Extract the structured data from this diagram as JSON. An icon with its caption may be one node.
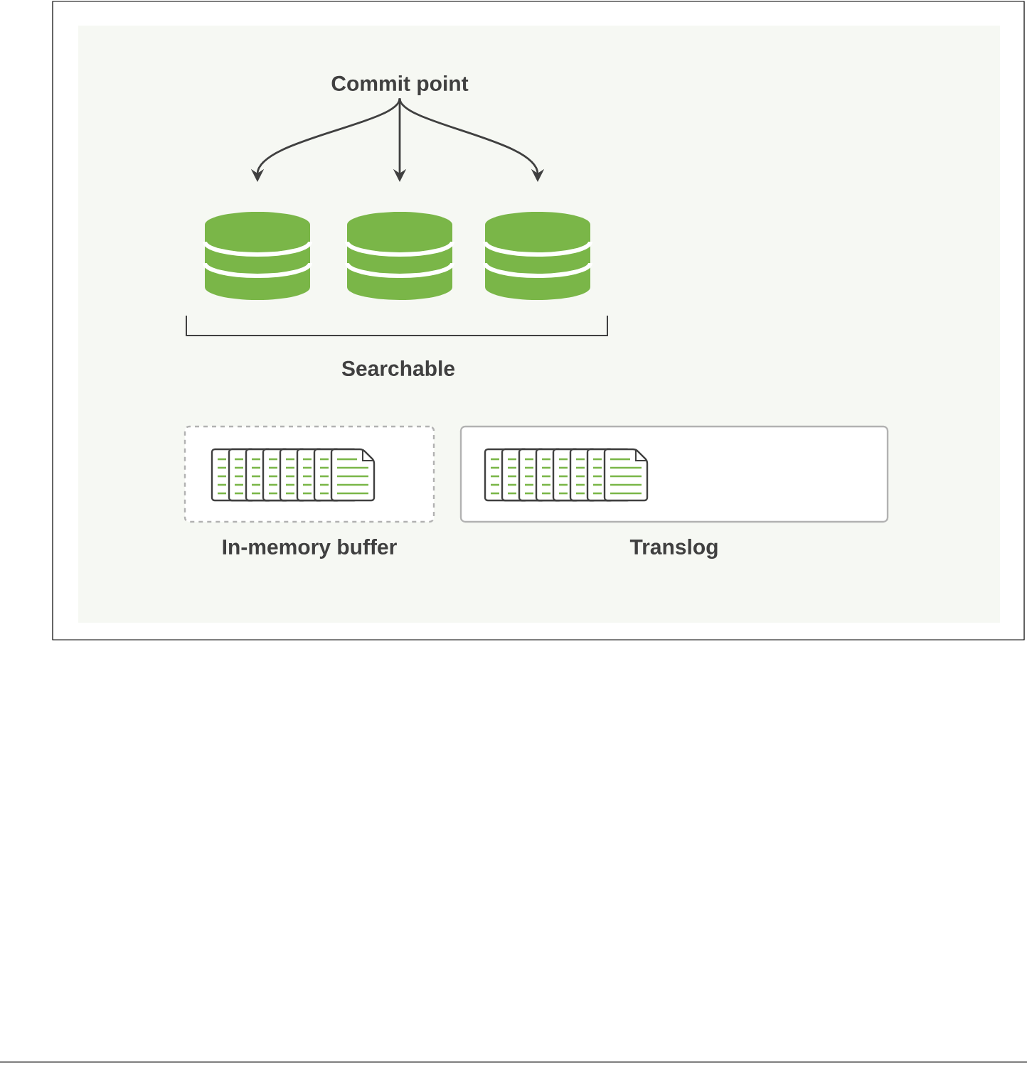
{
  "diagram": {
    "nodes": [
      {
        "text": [
          "Commit point"
        ]
      },
      {
        "text": [],
        "shape": "cylinder"
      },
      {
        "text": [],
        "shape": "cylinder"
      },
      {
        "text": [],
        "shape": "cylinder"
      },
      {
        "text": [
          "In-memory buffer"
        ]
      },
      {
        "text": [
          "Translog"
        ]
      }
    ],
    "edges": [
      {
        "from": 0,
        "to": 1,
        "arrow": "to"
      },
      {
        "from": 0,
        "to": 2,
        "arrow": "to"
      },
      {
        "from": 0,
        "to": 3,
        "arrow": "to"
      }
    ],
    "labels": [
      "Searchable"
    ]
  }
}
